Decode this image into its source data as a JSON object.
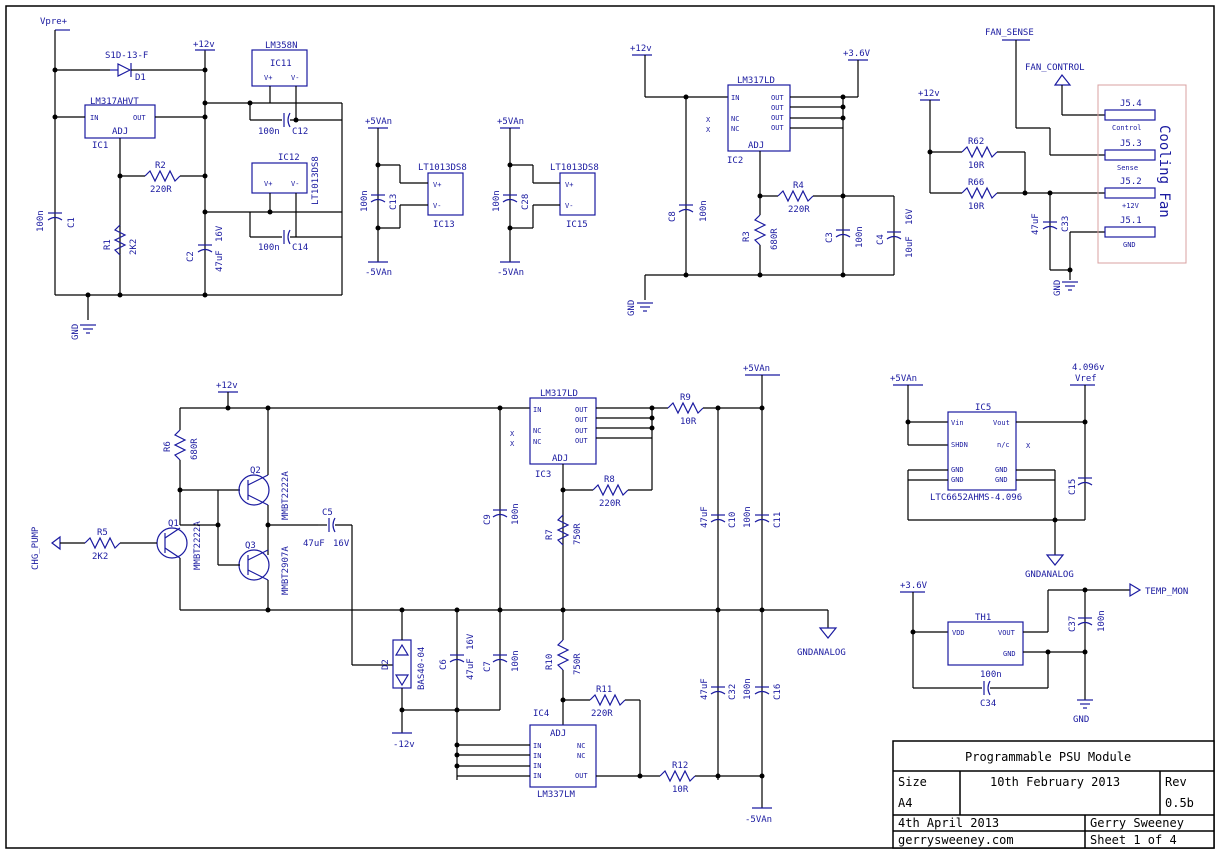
{
  "title_block": {
    "title": "Programmable PSU Module",
    "size_label": "Size",
    "size_value": "A4",
    "date1": "10th February 2013",
    "rev_label": "Rev",
    "rev_value": "0.5b",
    "date2": "4th April 2013",
    "author": "Gerry Sweeney",
    "website": "gerrysweeney.com",
    "sheet": "Sheet 1 of 4"
  },
  "nets": {
    "vpre": "Vpre+",
    "p12": "+12v",
    "p12b": "+12v",
    "p12c": "+12v",
    "p12d": "+12v",
    "p5a": "+5VAn",
    "m5a": "-5VAn",
    "p5b": "+5VAn",
    "m5b": "-5VAn",
    "p36": "+3.6V",
    "p36b": "+3.6V",
    "p5c": "+5VAn",
    "m5c": "-5VAn",
    "p5d": "+5VAn",
    "vref": "4.096v",
    "vref2": "Vref",
    "m12": "-12v",
    "gnd1": "GND",
    "gnd2": "GND",
    "gnd3": "GND",
    "gnd4": "GND",
    "gndan1": "GNDANALOG",
    "gndan2": "GNDANALOG",
    "fan_sense": "FAN_SENSE",
    "fan_control": "FAN_CONTROL",
    "chg_pump": "CHG_PUMP",
    "temp_mon": "TEMP_MON"
  },
  "parts": {
    "d1": "S1D-13-F",
    "d1r": "D1",
    "ic1": "LM317AHVT",
    "ic1r": "IC1",
    "in": "IN",
    "out": "OUT",
    "adj": "ADJ",
    "ic11": "LM358N",
    "ic11r": "IC11",
    "ic12": "IC12",
    "ic12v": "LT1013DS8",
    "r2": "R2",
    "r2v": "220R",
    "r1": "R1",
    "r1v": "2K2",
    "c1": "C1",
    "c1v": "100n",
    "c2": "C2",
    "c2v": "47uF",
    "c2v2": "16V",
    "c12": "C12",
    "c12v": "100n",
    "c14": "C14",
    "c14v": "100n",
    "ic13": "IC13",
    "ic13v": "LT1013DS8",
    "c13": "C13",
    "c13v": "100n",
    "ic15": "IC15",
    "ic15v": "LT1013DS8",
    "c28": "C28",
    "c28v": "100n",
    "ic2": "IC2",
    "ic2v": "LM317LD",
    "c8": "C8",
    "c8v": "100n",
    "r3": "R3",
    "r3v": "680R",
    "r4": "R4",
    "r4v": "220R",
    "c3": "C3",
    "c3v": "100n",
    "c4": "C4",
    "c4v": "10uF",
    "c4v2": "16V",
    "r62": "R62",
    "r62v": "10R",
    "r66": "R66",
    "r66v": "10R",
    "c33": "C33",
    "c33v": "47uF",
    "j54": "J5.4",
    "j54l": "Control",
    "j53": "J5.3",
    "j53l": "Sense",
    "j52": "J5.2",
    "j52l": "+12V",
    "j51": "J5.1",
    "j51l": "GND",
    "fan": "Cooling Fan",
    "r6": "R6",
    "r6v": "680R",
    "q2": "Q2",
    "q2v": "MMBT2222A",
    "q1": "Q1",
    "q1v": "MMBT2222A",
    "q3": "Q3",
    "q3v": "MMBT2907A",
    "r5": "R5",
    "r5v": "2K2",
    "c5": "C5",
    "c5v": "47uF",
    "c5v2": "16V",
    "ic3": "IC3",
    "ic3v": "LM317LD",
    "r9": "R9",
    "r9v": "10R",
    "r8": "R8",
    "r8v": "220R",
    "c9": "C9",
    "c9v": "100n",
    "r7": "R7",
    "r7v": "750R",
    "c10": "C10",
    "c10v": "47uF",
    "c11": "C11",
    "c11v": "100n",
    "d2": "D2",
    "d2v": "BAS40-04",
    "c6": "C6",
    "c6v": "47uF",
    "c6v2": "16V",
    "c7": "C7",
    "c7v": "100n",
    "r10": "R10",
    "r10v": "750R",
    "r11": "R11",
    "r11v": "220R",
    "ic4": "IC4",
    "ic4v": "LM337LM",
    "c32": "C32",
    "c32v": "47uF",
    "c16": "C16",
    "c16v": "100n",
    "r12": "R12",
    "r12v": "10R",
    "ic5": "IC5",
    "ic5v": "LTC6652AHMS-4.096",
    "c15": "C15",
    "th1": "TH1",
    "vdd": "VDD",
    "vout": "VOUT",
    "gnd": "GND",
    "c37": "C37",
    "c37v": "100n",
    "c34": "C34",
    "c34v": "100n",
    "vin": "Vin",
    "shdn": "SHDN",
    "vout2": "Vout",
    "nc": "n/c",
    "nc2": "NC"
  }
}
